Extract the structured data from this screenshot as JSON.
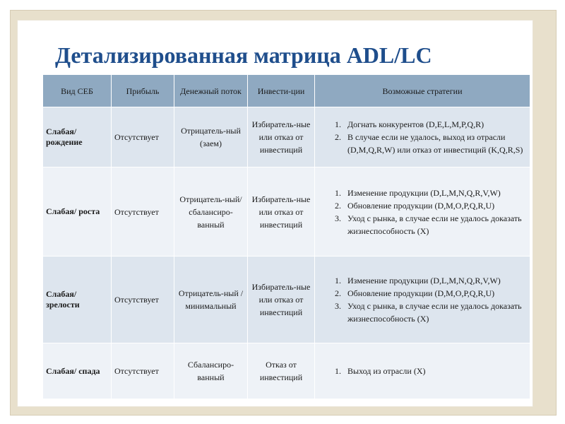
{
  "title": "Детализированная матрица ADL/LC",
  "headers": [
    "Вид СЕБ",
    "Прибыль",
    "Денежный поток",
    "Инвести-ции",
    "Возможные стратегии"
  ],
  "rows": [
    {
      "vid": "Слабая/ рождение",
      "pribyl": "Отсутствует",
      "potok": "Отрицатель-ный (заем)",
      "invest": "Избиратель-ные или отказ от инвестиций",
      "strategies": [
        "Догнать конкурентов (D,E,L,M,P,Q,R)",
        "В случае если не удалось, выход из отрасли (D,M,Q,R,W) или отказ от инвестиций (K,Q,R,S)"
      ]
    },
    {
      "vid": "Слабая/ роста",
      "pribyl": "Отсутствует",
      "potok": "Отрицатель-ный/ сбалансиро-ванный",
      "invest": "Избиратель-ные или отказ от инвестиций",
      "strategies": [
        "Изменение продукции (D,L,M,N,Q,R,V,W)",
        "Обновление продукции (D,M,O,P,Q,R,U)",
        "Уход с рынка, в случае если не удалось доказать жизнеспособность (X)"
      ]
    },
    {
      "vid": "Слабая/ зрелости",
      "pribyl": "Отсутствует",
      "potok": "Отрицатель-ный / минимальный",
      "invest": "Избиратель-ные или отказ от инвестиций",
      "strategies": [
        "Изменение продукции (D,L,M,N,Q,R,V,W)",
        "Обновление продукции (D,M,O,P,Q,R,U)",
        "Уход с рынка, в случае если не удалось доказать жизнеспособность (X)"
      ]
    },
    {
      "vid": "Слабая/ спада",
      "pribyl": "Отсутствует",
      "potok": "Сбалансиро-ванный",
      "invest": "Отказ от инвестиций",
      "strategies": [
        "Выход из отрасли (X)"
      ]
    }
  ]
}
